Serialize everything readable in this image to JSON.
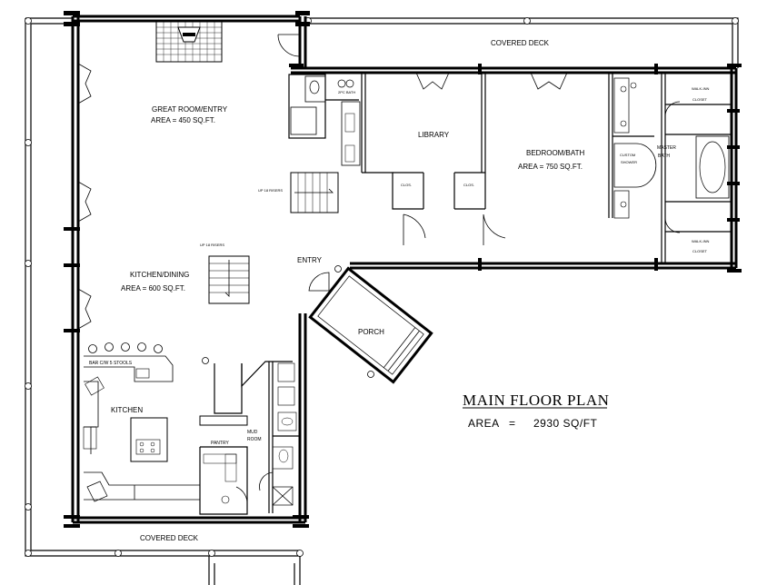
{
  "plan": {
    "title": "MAIN FLOOR PLAN",
    "area_label": "AREA",
    "area_eq": "=",
    "area_value": "2930 SQ/FT"
  },
  "rooms": {
    "covered_deck_top": "COVERED DECK",
    "great_room": "GREAT ROOM/ENTRY",
    "great_room_area": "AREA = 450 SQ.FT.",
    "library": "LIBRARY",
    "bedroom_bath": "BEDROOM/BATH",
    "bedroom_bath_area": "AREA = 750 SQ.FT.",
    "master_bath": "MASTER",
    "master_bath_2": "BATH",
    "walk_in_top": "WALK-INN",
    "walk_in_top_2": "CLOSET",
    "walk_in_bottom": "WALK-INN",
    "walk_in_bottom_2": "CLOSET",
    "custom_shower": "CUSTOM",
    "custom_shower_2": "SHOWER",
    "clos_library": "CLOS.",
    "clos_bedroom": "CLOS.",
    "stairs_up_top": "UP 18 RISERS",
    "stairs_up_mid": "UP 18 RISERS",
    "entry": "ENTRY",
    "porch": "PORCH",
    "kitchen_dining": "KITCHEN/DINING",
    "kitchen_dining_area": "AREA = 600 SQ.FT.",
    "bar": "BAR C/W   5 STOOLS",
    "kitchen": "KITCHEN",
    "pantry": "PANTRY",
    "mud_room": "MUD",
    "mud_room_2": "ROOM",
    "covered_deck_bottom": "COVERED DECK",
    "powder_room": "2PC BATH"
  }
}
